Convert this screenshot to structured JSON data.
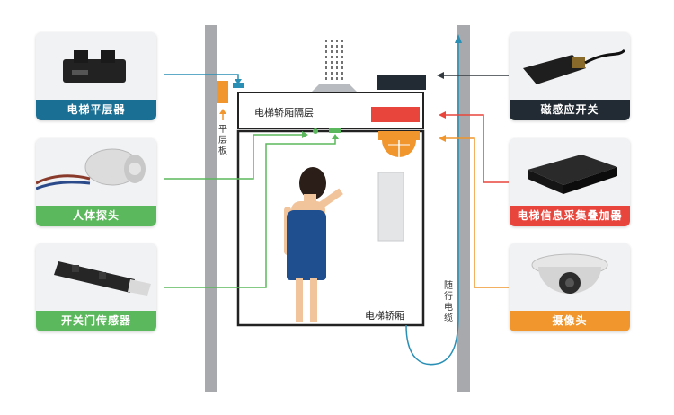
{
  "left_cards": [
    {
      "label": "电梯平层器",
      "color": "#1a6f94"
    },
    {
      "label": "人体探头",
      "color": "#5cb85c"
    },
    {
      "label": "开关门传感器",
      "color": "#5cb85c"
    }
  ],
  "right_cards": [
    {
      "label": "磁感应开关",
      "color": "#222b33"
    },
    {
      "label": "电梯信息采集叠加器",
      "color": "#e8453c"
    },
    {
      "label": "摄像头",
      "color": "#f0962d"
    }
  ],
  "labels": {
    "level_plate": "平层板",
    "car_partition": "电梯轿厢隔层",
    "car": "电梯轿厢",
    "traveling_cable": "随行电缆"
  },
  "colors": {
    "blue_line": "#2a8fb5",
    "green_line": "#5cb85c",
    "red_line": "#e8453c",
    "orange_line": "#f0962d",
    "dark_line": "#333a40",
    "wall": "#a7a9ac"
  }
}
